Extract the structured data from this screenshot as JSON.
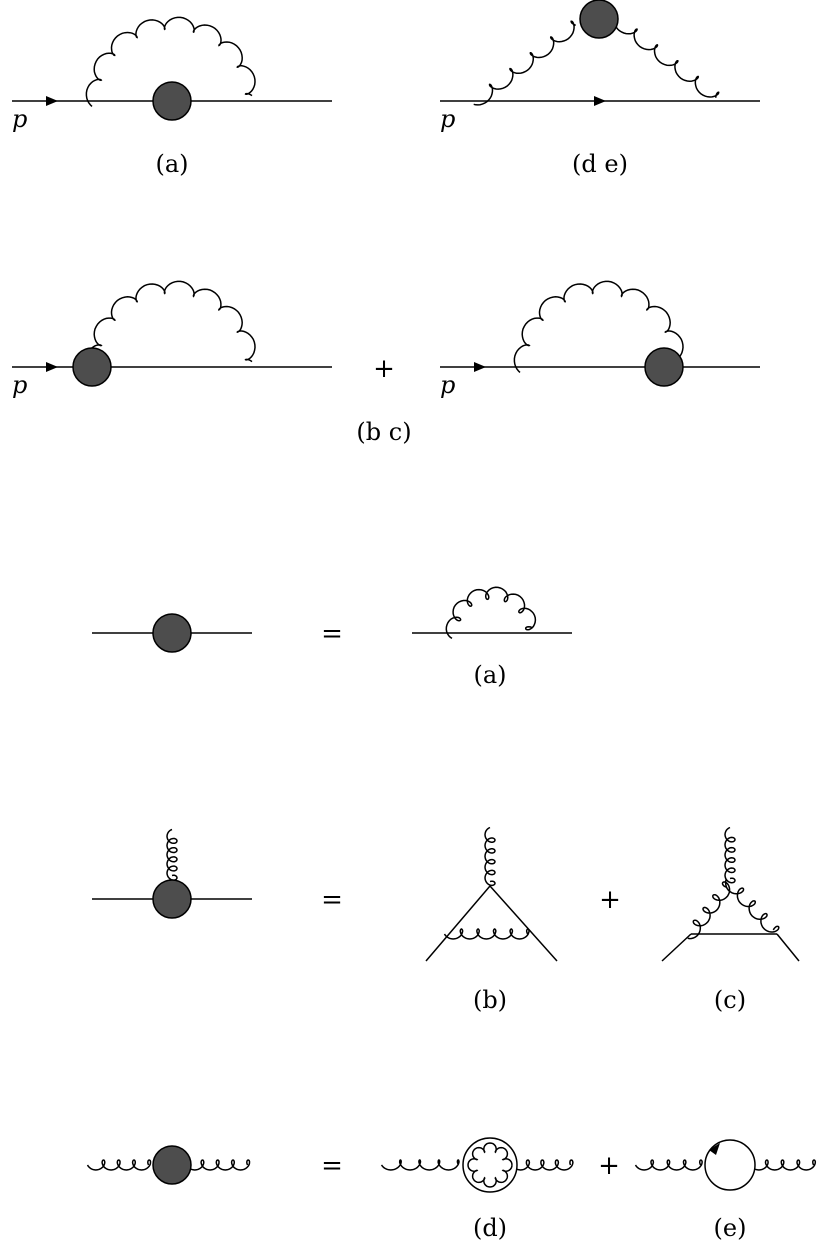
{
  "labels": {
    "a": "(a)",
    "de": "(d e)",
    "bc": "(b c)",
    "a2": "(a)",
    "b": "(b)",
    "c": "(c)",
    "d": "(d)",
    "e": "(e)"
  },
  "momentum": "p",
  "symbols": {
    "plus": "+",
    "equals": "="
  },
  "colors": {
    "blob": "#4d4d4d",
    "line": "#000000",
    "background": "#ffffff"
  }
}
